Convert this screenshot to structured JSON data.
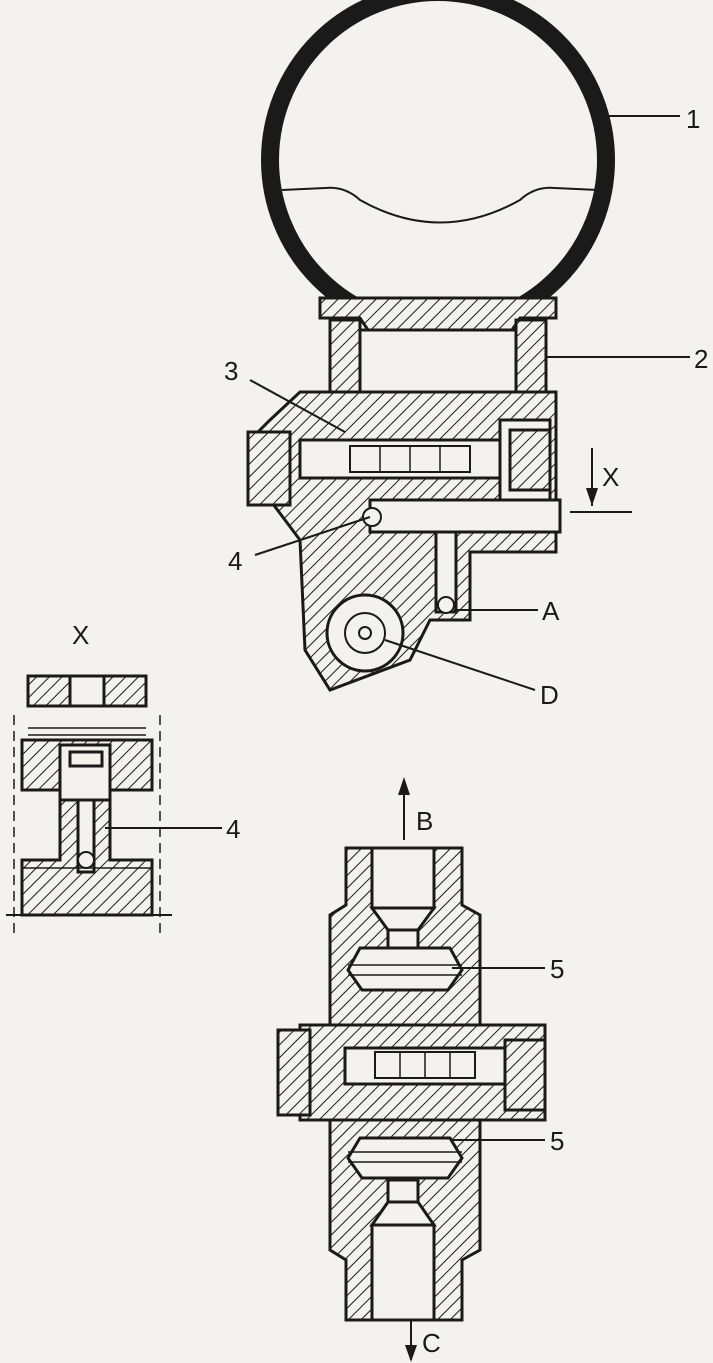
{
  "labels": {
    "part_1": "1",
    "part_2": "2",
    "part_3": "3",
    "part_4": "4",
    "part_4_detail": "4",
    "port_A": "A",
    "port_D": "D",
    "section_X": "X",
    "detail_X_title": "X",
    "port_B": "B",
    "port_C": "C",
    "part_5_upper": "5",
    "part_5_lower": "5"
  }
}
